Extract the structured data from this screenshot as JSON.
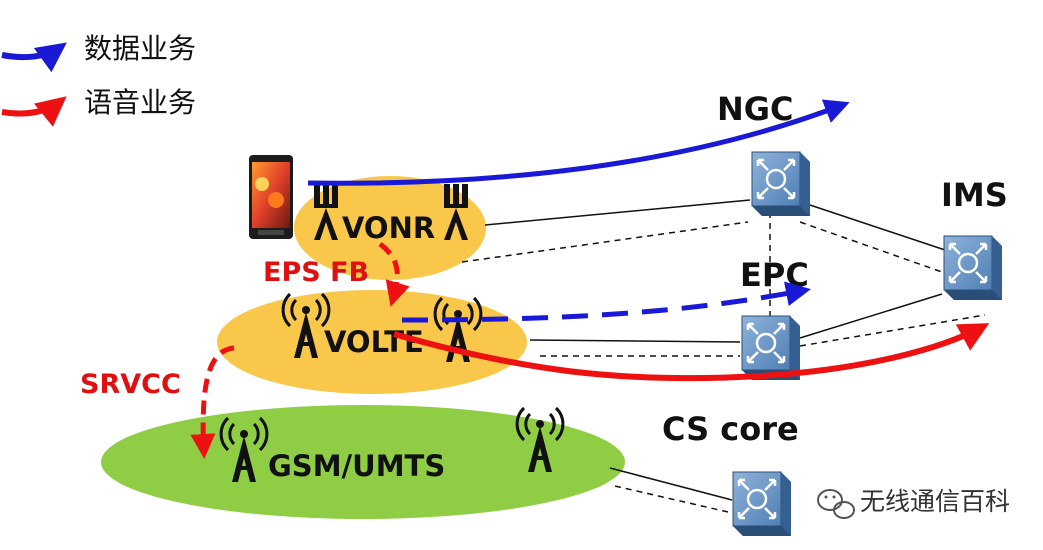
{
  "legend": {
    "data_service": "数据业务",
    "voice_service": "语音业务"
  },
  "nodes": {
    "ngc": "NGC",
    "ims": "IMS",
    "epc": "EPC",
    "cs_core": "CS core"
  },
  "cells": {
    "vonr": "VONR",
    "volte": "VOLTE",
    "gsm_umts": "GSM/UMTS"
  },
  "fallbacks": {
    "eps_fb": "EPS FB",
    "srvcc": "SRVCC"
  },
  "watermark": "无线通信百科",
  "colors": {
    "data_arrow": "#1a1ad6",
    "voice_arrow": "#ee1111",
    "nr_lte_cell": "#f9c74a",
    "gsm_umts_cell": "#8fce44",
    "router": "#5b87b8"
  },
  "icons": {
    "phone": "smartphone-icon",
    "tower": "cell-tower-icon",
    "router": "router-switch-icon",
    "watermark": "wechat-icon"
  }
}
